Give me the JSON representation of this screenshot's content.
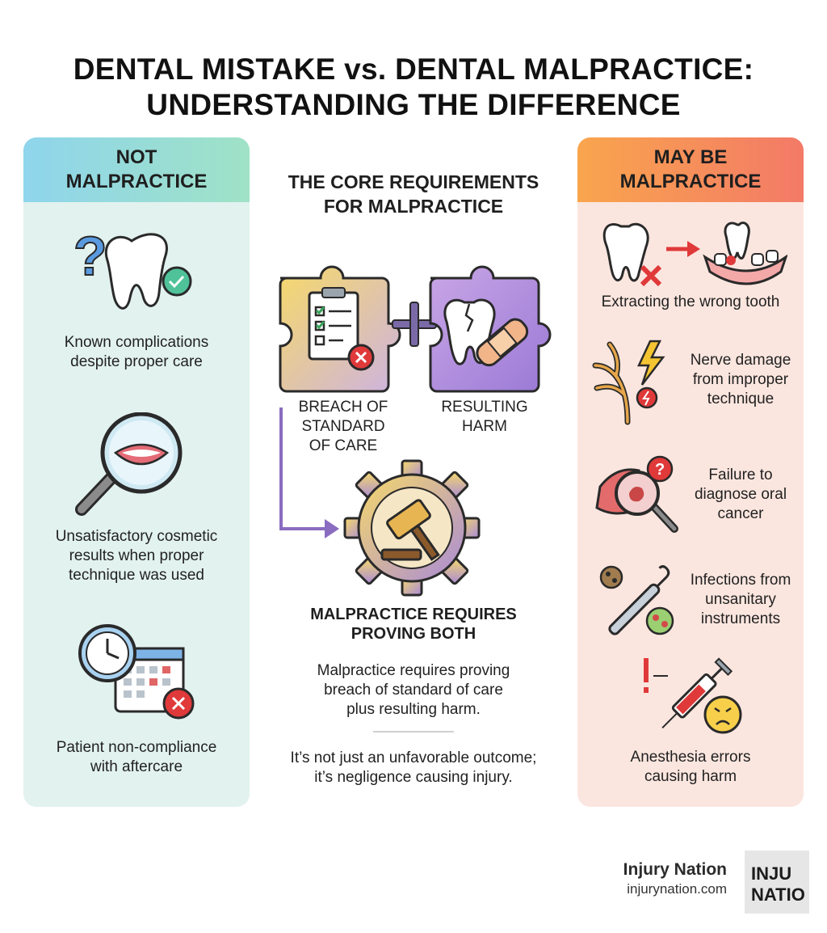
{
  "title": {
    "line1": "DENTAL MISTAKE vs. DENTAL MALPRACTICE:",
    "line2": "UNDERSTANDING THE DIFFERENCE"
  },
  "left_column": {
    "heading_line1": "NOT",
    "heading_line2": "MALPRACTICE",
    "items": [
      {
        "line1": "Known complications",
        "line2": "despite proper care",
        "icon": "tooth-question-check-icon"
      },
      {
        "line1": "Unsatisfactory cosmetic",
        "line2": "results when proper",
        "line3": "technique was used",
        "icon": "magnifier-smile-icon"
      },
      {
        "line1": "Patient non-compliance",
        "line2": "with aftercare",
        "icon": "clock-calendar-x-icon"
      }
    ]
  },
  "center": {
    "heading_line1": "THE CORE REQUIREMENTS",
    "heading_line2": "FOR MALPRACTICE",
    "breach_label_line1": "BREACH OF",
    "breach_label_line2": "STANDARD",
    "breach_label_line3": "OF CARE",
    "harm_label_line1": "RESULTING",
    "harm_label_line2": "HARM",
    "plus_symbol": "+",
    "gavel_heading_line1": "MALPRACTICE REQUIRES",
    "gavel_heading_line2": "PROVING BOTH",
    "body1_line1": "Malpractice requires proving",
    "body1_line2": "breach of standard of care",
    "body1_line3": "plus resulting harm.",
    "body2_line1": "It’s not just an unfavorable outcome;",
    "body2_line2": "it’s negligence causing injury."
  },
  "right_column": {
    "heading_line1": "MAY BE",
    "heading_line2": "MALPRACTICE",
    "items": [
      {
        "line1": "Extracting the wrong tooth",
        "icon": "wrong-tooth-extraction-icon"
      },
      {
        "line1": "Nerve damage",
        "line2": "from improper",
        "line3": "technique",
        "icon": "nerve-lightning-icon"
      },
      {
        "line1": "Failure to",
        "line2": "diagnose oral",
        "line3": "cancer",
        "icon": "magnifier-lesion-icon"
      },
      {
        "line1": "Infections from",
        "line2": "unsanitary",
        "line3": "instruments",
        "icon": "dental-probe-germs-icon"
      },
      {
        "line1": "Anesthesia errors",
        "line2": "causing harm",
        "icon": "syringe-sad-face-icon"
      }
    ]
  },
  "brand": {
    "name": "Injury Nation",
    "url": "injurynation.com",
    "logo_line1": "INJU",
    "logo_line2": "NATIO"
  },
  "colors": {
    "left_panel": "#e2f2ef",
    "right_panel": "#fbe6df",
    "accent_purple": "#8a6cc0",
    "accent_red": "#e0393a"
  }
}
